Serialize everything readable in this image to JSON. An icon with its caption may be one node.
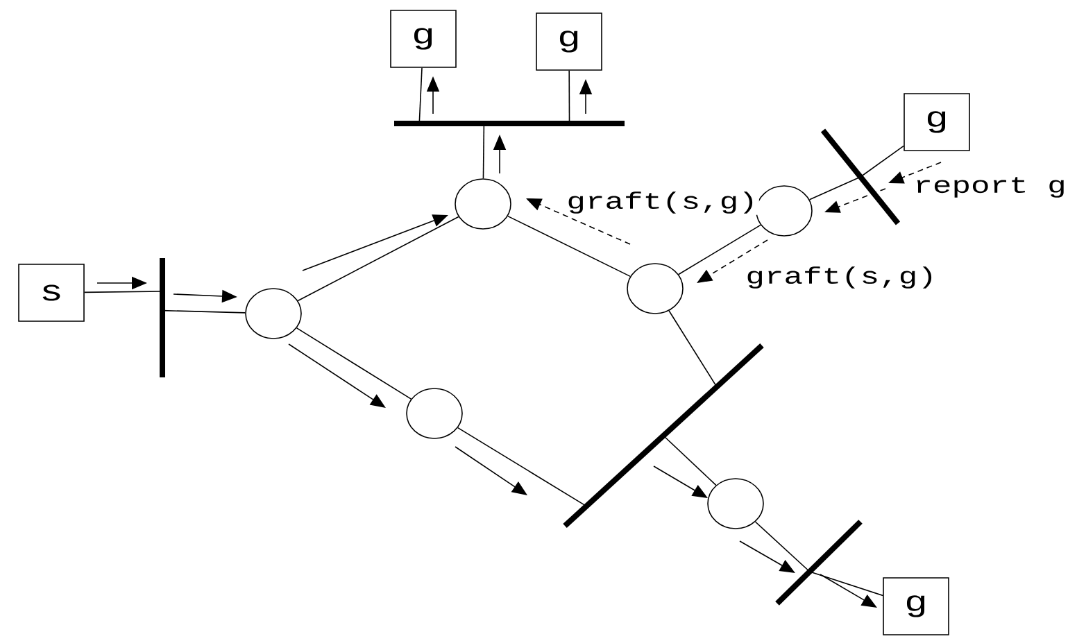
{
  "diagram": {
    "nodes": [
      {
        "text": [
          "s"
        ]
      },
      {
        "text": [],
        "shape": "bar"
      },
      {
        "text": [],
        "shape": "circle"
      },
      {
        "text": [],
        "shape": "bar"
      },
      {
        "text": [
          "g"
        ]
      },
      {
        "text": [
          "g"
        ]
      },
      {
        "text": [],
        "shape": "circle"
      },
      {
        "text": [],
        "shape": "circle"
      },
      {
        "text": [],
        "shape": "circle"
      },
      {
        "text": [],
        "shape": "bar"
      },
      {
        "text": [
          "g"
        ]
      },
      {
        "text": [],
        "shape": "circle"
      },
      {
        "text": [],
        "shape": "bar"
      },
      {
        "text": [],
        "shape": "circle"
      },
      {
        "text": [],
        "shape": "bar"
      },
      {
        "text": [
          "g"
        ]
      }
    ],
    "edges": [
      {
        "from": 0,
        "to": 1,
        "arrow": "none"
      },
      {
        "from": 1,
        "to": 2,
        "arrow": "none"
      },
      {
        "from": 2,
        "to": 6,
        "arrow": "none"
      },
      {
        "from": 6,
        "to": 3,
        "arrow": "none"
      },
      {
        "from": 3,
        "to": 4,
        "arrow": "none"
      },
      {
        "from": 3,
        "to": 5,
        "arrow": "none"
      },
      {
        "from": 6,
        "to": 7,
        "arrow": "none"
      },
      {
        "from": 7,
        "to": 8,
        "arrow": "none"
      },
      {
        "from": 8,
        "to": 9,
        "arrow": "none"
      },
      {
        "from": 9,
        "to": 10,
        "arrow": "none"
      },
      {
        "from": 7,
        "to": 12,
        "arrow": "none"
      },
      {
        "from": 2,
        "to": 11,
        "arrow": "none"
      },
      {
        "from": 11,
        "to": 12,
        "arrow": "none"
      },
      {
        "from": 12,
        "to": 13,
        "arrow": "none"
      },
      {
        "from": 13,
        "to": 14,
        "arrow": "none"
      },
      {
        "from": 14,
        "to": 15,
        "arrow": "none"
      }
    ],
    "labels": [
      "graft(s,g)",
      "report g",
      "graft(s,g)"
    ]
  }
}
